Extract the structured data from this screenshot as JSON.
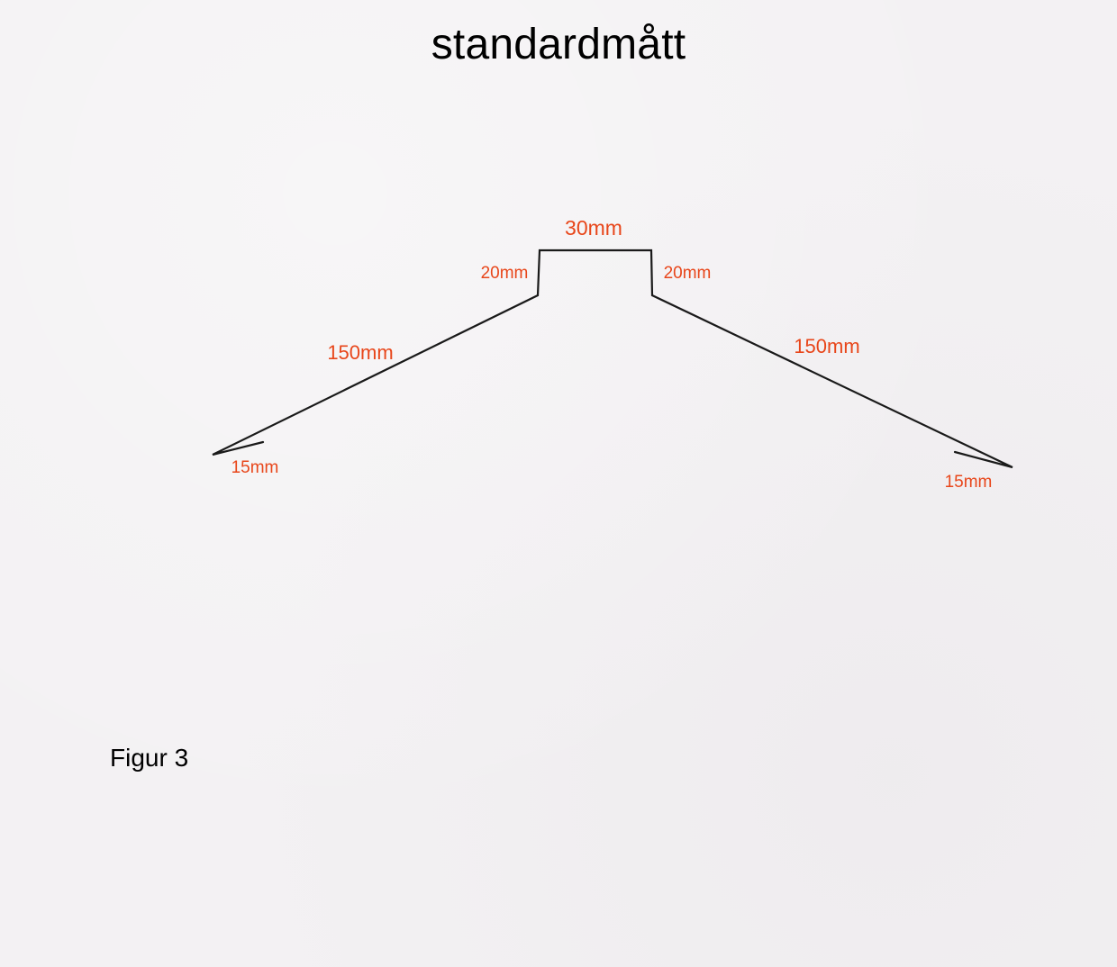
{
  "title": "standardmått",
  "caption": "Figur 3",
  "colors": {
    "background": "#f3f1f3",
    "profile_line": "#1a1a1a",
    "dimension_text": "#e8461a",
    "text": "#000000"
  },
  "dimensions": {
    "top": "30mm",
    "left_riser": "20mm",
    "right_riser": "20mm",
    "left_slope": "150mm",
    "right_slope": "150mm",
    "left_hem": "15mm",
    "right_hem": "15mm"
  }
}
